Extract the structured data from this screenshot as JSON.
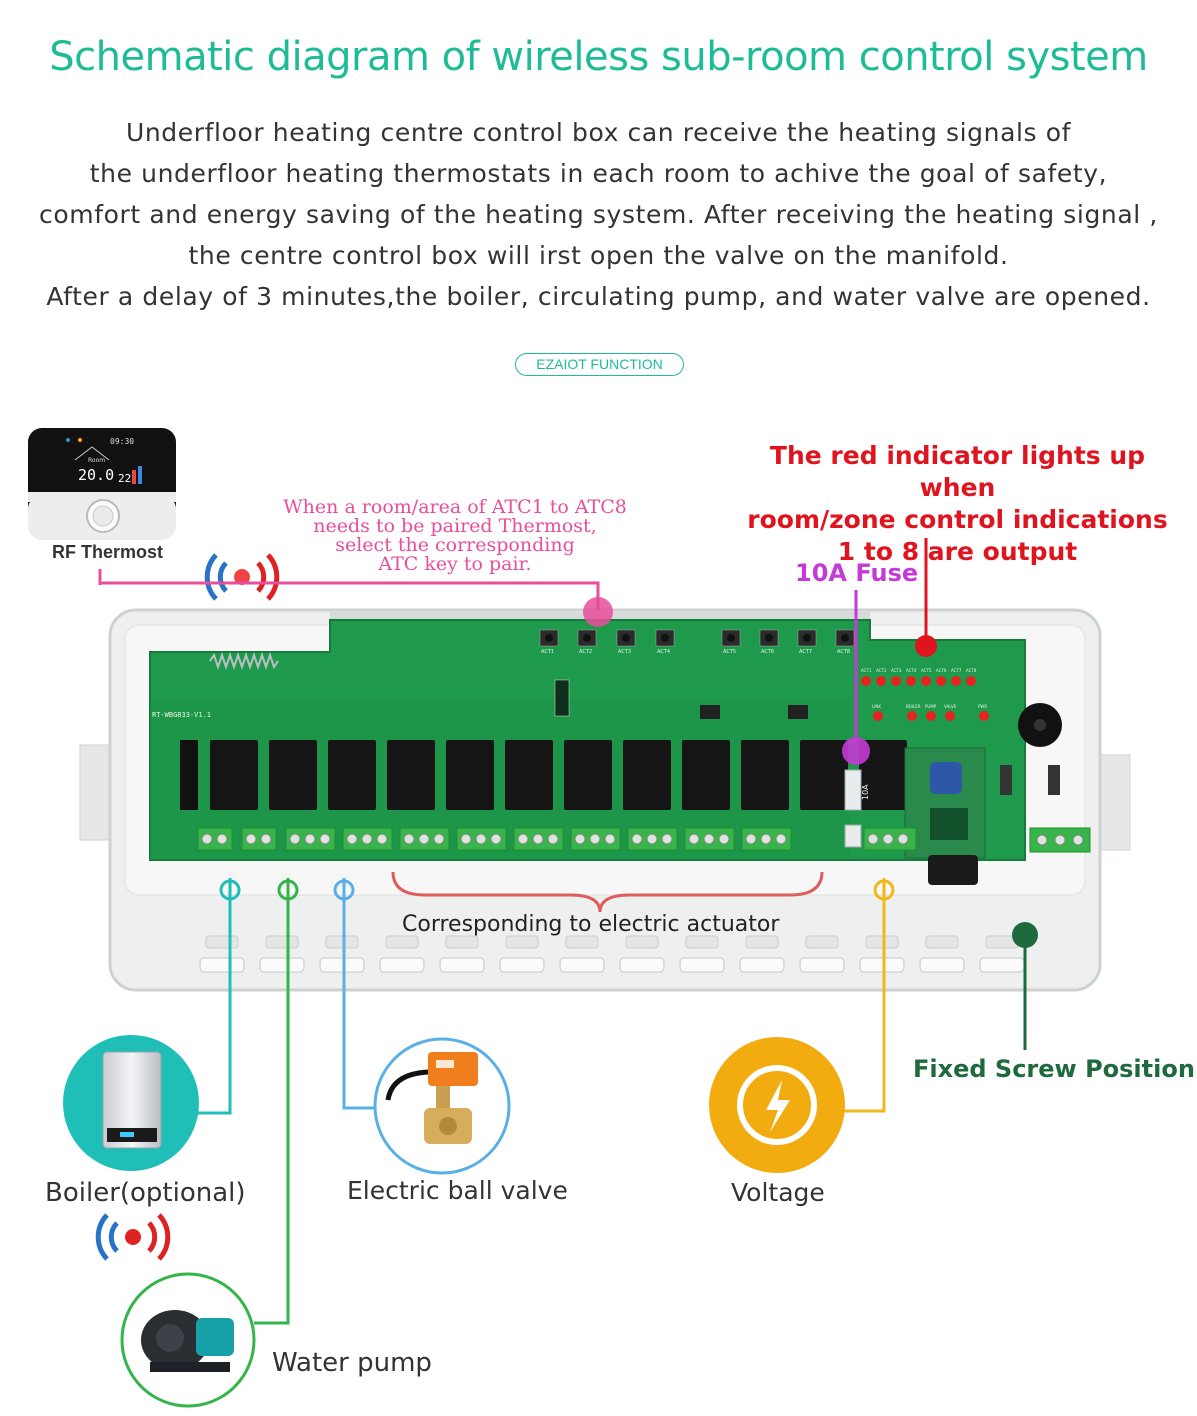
{
  "title": "Schematic diagram of wireless sub-room control system",
  "intro_lines": [
    "Underfloor heating centre control box can receive the heating signals of",
    "the underfloor heating thermostats in each room to achive the goal of safety,",
    "comfort and energy saving of the heating system. After receiving the heating signal ,",
    "the centre control box will irst open the valve on the manifold.",
    "After a delay of 3 minutes,the boiler, circulating pump, and water valve are opened."
  ],
  "badge": "EZAIOT FUNCTION",
  "thermostat": {
    "label": "RF Thermost",
    "screen_time": "09:30",
    "screen_room": "Room",
    "screen_temp": "20.0",
    "screen_set_temp": "22"
  },
  "pink_note_lines": [
    "When a room/area of ATC1 to ATC8",
    "needs to be paired Thermost,",
    "select the corresponding",
    "ATC key to pair."
  ],
  "red_note_lines": [
    "The red indicator lights up when",
    "room/zone control indications",
    "1 to 8 are output"
  ],
  "fuse_label": "10A Fuse",
  "board": {
    "model": "RT-WBG833-V1.1",
    "fuse_text": "10A",
    "atc_keys": [
      "ACT1",
      "ACT2",
      "ACT3",
      "ACT4",
      "ACT5",
      "ACT6",
      "ACT7",
      "ACT8"
    ],
    "led_labels": [
      "ACT1",
      "ACT2",
      "ACT3",
      "ACT4",
      "ACT5",
      "ACT6",
      "ACT7",
      "ACT8"
    ],
    "status_labels": [
      "LINK",
      "BOILER",
      "PUMP",
      "VALVE",
      "PWR"
    ],
    "terminal_groups": [
      "PUTE-EREE",
      "PUM",
      "MAIN-VALVE",
      "thermostat1",
      "thermostat2",
      "thermostat3",
      "thermostat4",
      "thermostat5",
      "thermostat6",
      "thermostat7",
      "thermostat8",
      "L N",
      "PE"
    ]
  },
  "corresponding_label": "Corresponding to electric actuator",
  "screw_label": "Fixed Screw Position",
  "components": {
    "boiler": "Boiler(optional)",
    "ball_valve": "Electric ball valve",
    "voltage": "Voltage",
    "pump": "Water pump"
  },
  "colors": {
    "title_green": "#1ebc96",
    "pink": "#e84e9a",
    "red": "#e0141e",
    "magenta": "#c43ad6",
    "teal": "#1fbfb8",
    "green_line": "#34b44a",
    "blue_line": "#5ab0e6",
    "yellow_line": "#f0b81c",
    "dark_green": "#1e6a3c",
    "pcb": "#1f9a4c"
  }
}
